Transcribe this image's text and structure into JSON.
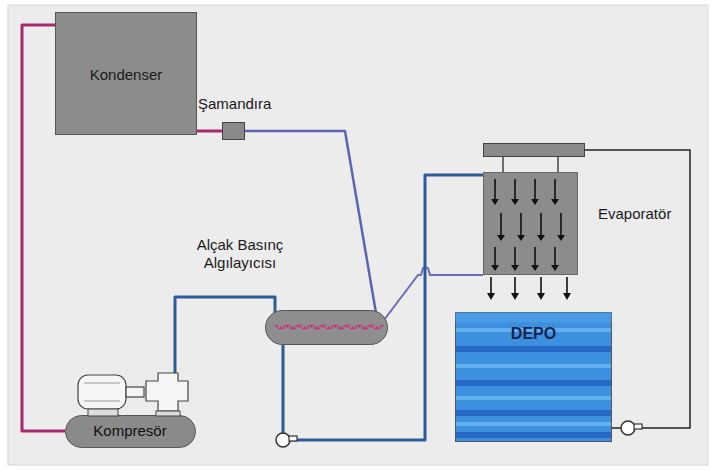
{
  "diagram": {
    "nodes": [
      {
        "text": [
          "Kondenser"
        ]
      },
      {
        "text": [
          "Şamandıra"
        ]
      },
      {
        "text": [
          "Alçak Basınç Algılayıcısı"
        ]
      },
      {
        "text": [
          "Evaporatör"
        ]
      },
      {
        "text": [
          "DEPO"
        ]
      },
      {
        "text": [
          "Kompresör"
        ]
      }
    ],
    "edges": [
      {
        "from": 5,
        "to": 0,
        "arrow": "none"
      },
      {
        "from": 0,
        "to": 1,
        "arrow": "none"
      },
      {
        "from": 1,
        "to": 2,
        "arrow": "none"
      },
      {
        "from": 2,
        "to": 5,
        "arrow": "none"
      },
      {
        "from": 2,
        "to": 3,
        "arrow": "none"
      },
      {
        "from": 2,
        "to": 3,
        "arrow": "none"
      },
      {
        "from": 4,
        "to": 3,
        "arrow": "none"
      }
    ]
  }
}
